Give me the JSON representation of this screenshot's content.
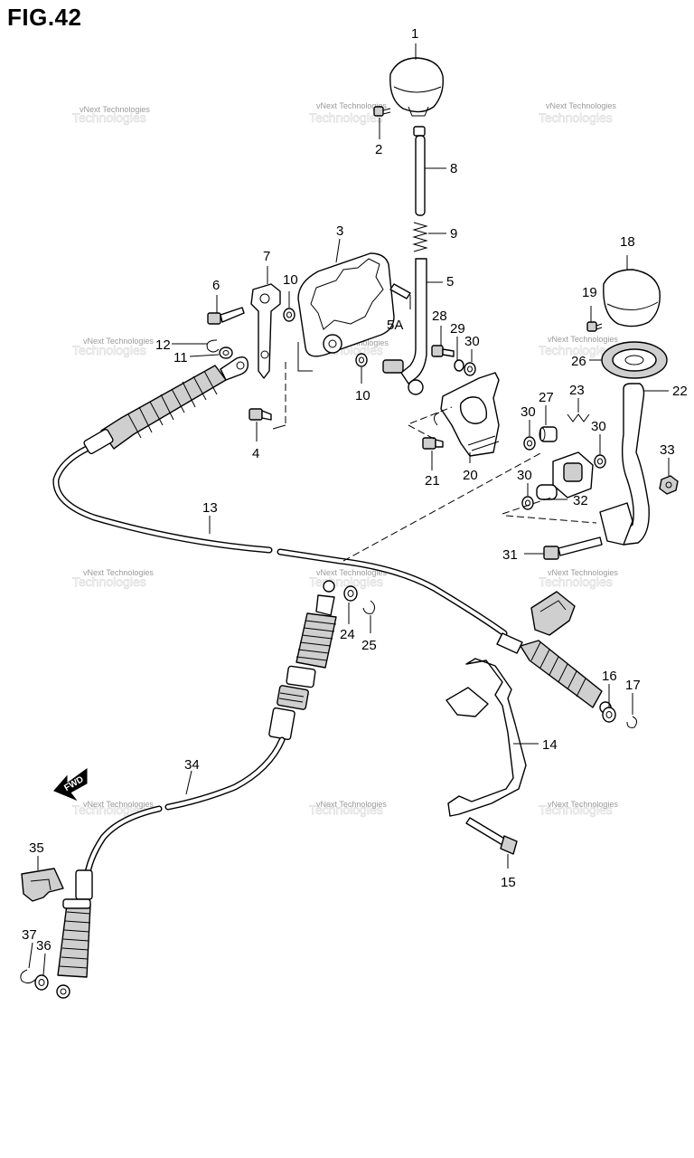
{
  "figure": {
    "title": "FIG.42"
  },
  "watermark": {
    "text": "vNext Technologies"
  },
  "fwd_badge": {
    "text": "FWD"
  },
  "callouts": [
    "1",
    "2",
    "3",
    "4",
    "5",
    "5A",
    "6",
    "7",
    "8",
    "9",
    "10",
    "10",
    "11",
    "12",
    "13",
    "14",
    "15",
    "16",
    "17",
    "18",
    "19",
    "20",
    "21",
    "22",
    "23",
    "24",
    "25",
    "26",
    "27",
    "28",
    "29",
    "30",
    "30",
    "30",
    "30",
    "31",
    "32",
    "33",
    "34",
    "35",
    "36",
    "37"
  ]
}
